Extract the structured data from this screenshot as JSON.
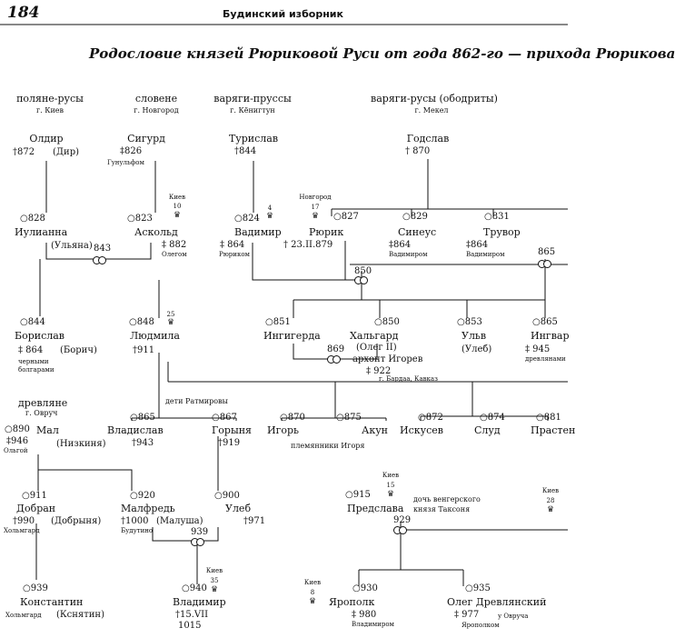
{
  "header": {
    "page_number": "184",
    "running_title": "Будинский изборник"
  },
  "title": "Родословие князей Рюриковой Руси от года 862-го — прихода Рюрикова",
  "tribes": {
    "polyane": {
      "name": "поляне-русы",
      "city": "г. Киев"
    },
    "slovene": {
      "name": "словене",
      "city": "г. Новгород"
    },
    "varyagi_prussy": {
      "name": "варяги-пруссы",
      "city": "г. Кёнигтун"
    },
    "varyagi_rusy": {
      "name": "варяги-русы (ободриты)",
      "city": "г. Мекел"
    },
    "drevlyane": {
      "name": "древляне",
      "city": "г. Овруч"
    }
  },
  "people": {
    "oldir": {
      "name": "Олдир",
      "date": "†872",
      "alias": "(Дир)"
    },
    "sigurd": {
      "name": "Сигурд",
      "date": "‡826",
      "note": "Гунульфом"
    },
    "turislav": {
      "name": "Турислав",
      "date": "†844"
    },
    "godslav": {
      "name": "Годслав",
      "date": "† 870"
    },
    "iulianna": {
      "name": "Иулианна",
      "birth": "○828",
      "alias": "(Ульяна)"
    },
    "askold": {
      "name": "Аскольд",
      "birth": "○823",
      "date": "‡ 882",
      "note": "Олегом"
    },
    "vadimir": {
      "name": "Вадимир",
      "birth": "○824",
      "date": "‡ 864",
      "note": "Рюриком"
    },
    "ryurik": {
      "name": "Рюрик",
      "birth": "○827",
      "date": "† 23.II.879"
    },
    "sineus": {
      "name": "Синеус",
      "birth": "○829",
      "date": "‡864",
      "note": "Вадимиром"
    },
    "truvor": {
      "name": "Трувор",
      "birth": "○831",
      "date": "‡864",
      "note": "Вадимиром"
    },
    "borislav": {
      "name": "Борислав",
      "birth": "○844",
      "date": "‡ 864",
      "alias": "(Борич)",
      "note1": "черными",
      "note2": "болгарами"
    },
    "lyudmila": {
      "name": "Людмила",
      "birth": "○848",
      "date": "†911"
    },
    "ingigerda": {
      "name": "Ингигерда",
      "birth": "○851"
    },
    "halgard": {
      "name": "Хальгард",
      "birth": "○850",
      "alias": "(Олег II)",
      "title": "архонт Игорев",
      "date": "‡ 922",
      "note": "г. Бардаа, Кавказ"
    },
    "ulv": {
      "name": "Ульв",
      "birth": "○853",
      "alias": "(Улеб)"
    },
    "ingvar": {
      "name": "Ингвар",
      "birth": "○865",
      "date": "‡ 945",
      "note": "древлянами"
    },
    "mal": {
      "name": "Мал",
      "birth": "○890",
      "date": "‡946",
      "note": "Ольгой",
      "alias": "(Низкиня)"
    },
    "vladislav": {
      "name": "Владислав",
      "birth": "○865",
      "date": "†943"
    },
    "goryinya": {
      "name": "Горыня",
      "birth": "○867",
      "date": "†919"
    },
    "igor": {
      "name": "Игорь",
      "birth": "○870"
    },
    "akun": {
      "name": "Акун",
      "birth": "○875"
    },
    "iskusev": {
      "name": "Искусев",
      "birth": "○872"
    },
    "slud": {
      "name": "Слуд",
      "birth": "○874"
    },
    "prasten": {
      "name": "Прастен",
      "birth": "○881"
    },
    "dobran": {
      "name": "Добран",
      "birth": "○911",
      "date": "†990",
      "note": "Хольмгард",
      "alias": "(Добрыня)"
    },
    "malfred": {
      "name": "Малфредь",
      "birth": "○920",
      "date": "†1000",
      "note": "Будутино",
      "alias": "(Малуша)"
    },
    "uleb": {
      "name": "Улеб",
      "birth": "○900",
      "date": "†971"
    },
    "predslava": {
      "name": "Предслава",
      "birth": "○915"
    },
    "konstantin": {
      "name": "Константин",
      "birth": "○939",
      "note": "Хольмгард",
      "alias": "(Кснятин)"
    },
    "vladimir": {
      "name": "Владимир",
      "birth": "○940",
      "date1": "†15.VII",
      "date2": "1015"
    },
    "yaropolk": {
      "name": "Ярополк",
      "birth": "○930",
      "date": "‡ 980",
      "note": "Владимиром"
    },
    "oleg_drev": {
      "name": "Олег Древлянский",
      "birth": "○935",
      "date": "‡ 977",
      "note1": "у Овруча",
      "note2": "Ярополком"
    }
  },
  "marriages": {
    "m843": "843",
    "m850": "850",
    "m865": "865",
    "m869": "869",
    "m939": "939",
    "m929": "929"
  },
  "reigns": {
    "kiev10": {
      "city": "Киев",
      "num": "10"
    },
    "r4": {
      "num": "4"
    },
    "novgorod17": {
      "city": "Новгород",
      "num": "17"
    },
    "r25": {
      "num": "25"
    },
    "kiev15": {
      "city": "Киев",
      "num": "15"
    },
    "kiev28": {
      "city": "Киев",
      "num": "28"
    },
    "kiev35": {
      "city": "Киев",
      "num": "35"
    },
    "kiev8": {
      "city": "Киев",
      "num": "8"
    }
  },
  "notes": {
    "deti_ratmirovy": "дети Ратмировы",
    "plemyanniki_igorya": "племянники Игоря",
    "doch_vengerskogo": "дочь венгерского",
    "knyazya_taksonya": "князя Таксоня"
  },
  "icons": {
    "ring": "marriage-rings-icon",
    "crown": "crown-icon",
    "crown_glyph": "♛"
  }
}
